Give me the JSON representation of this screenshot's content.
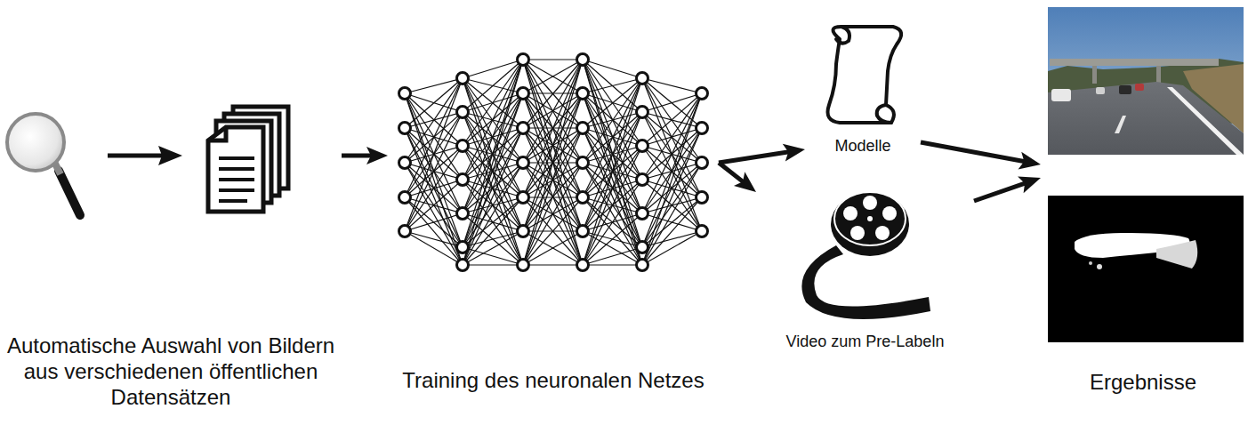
{
  "diagram": {
    "nodes": [
      {
        "text": [
          "Automatische Auswahl von Bildern aus verschiedenen öffentlichen Datensätzen"
        ]
      },
      {
        "text": [
          "Training des neuronalen Netzes"
        ]
      },
      {
        "text": [
          "Modelle"
        ]
      },
      {
        "text": [
          "Video zum Pre-Labeln"
        ]
      },
      {
        "text": [
          "Ergebnisse"
        ]
      }
    ],
    "edges": [
      {
        "from": 0,
        "to": 1,
        "arrow": "to"
      },
      {
        "from": 1,
        "to": 2,
        "arrow": "to"
      },
      {
        "from": 1,
        "to": 3,
        "arrow": "to"
      },
      {
        "from": 2,
        "to": 4,
        "arrow": "to"
      },
      {
        "from": 3,
        "to": 4,
        "arrow": "to"
      }
    ]
  }
}
